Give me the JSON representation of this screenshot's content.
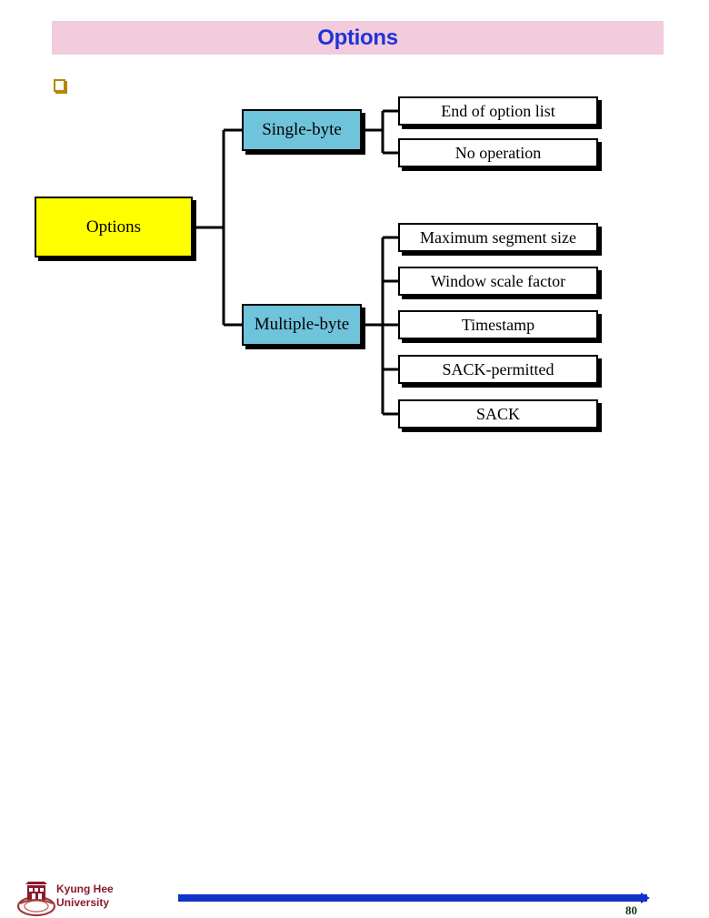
{
  "slide": {
    "title": "Options",
    "bullet_icon": "hollow-square-bullet-icon",
    "title_bar_color": "#f2cbdd",
    "title_text_color": "#2033d8"
  },
  "diagram": {
    "type": "tree",
    "root": {
      "label": "Options",
      "fill": "#ffff00"
    },
    "branches": [
      {
        "label": "Single-byte",
        "fill": "#6fc3db",
        "leaves": [
          {
            "label": "End of option list"
          },
          {
            "label": "No operation"
          }
        ]
      },
      {
        "label": "Multiple-byte",
        "fill": "#6fc3db",
        "leaves": [
          {
            "label": "Maximum segment size"
          },
          {
            "label": "Window scale factor"
          },
          {
            "label": "Timestamp"
          },
          {
            "label": "SACK-permitted"
          },
          {
            "label": "SACK"
          }
        ]
      }
    ]
  },
  "footer": {
    "university_line1": "Kyung Hee",
    "university_line2": "University",
    "logo_name": "kyung-hee-crest-logo",
    "rule_color": "#1034c8",
    "page_number": "80"
  }
}
